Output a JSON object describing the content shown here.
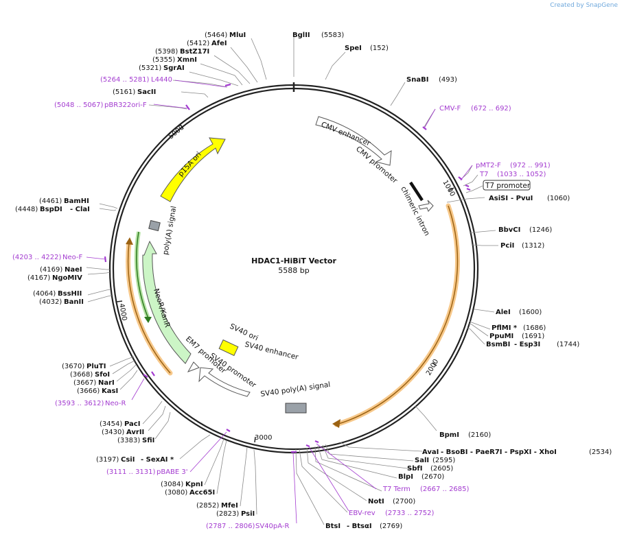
{
  "brand": {
    "created_by": "Created by",
    "product": "SnapGene"
  },
  "map": {
    "title": "HDAC1-HiBiT Vector",
    "size": "5588 bp",
    "ticks": [
      {
        "label": "1000"
      },
      {
        "label": "2000"
      },
      {
        "label": "3000"
      },
      {
        "label": "4000"
      },
      {
        "label": "5000"
      }
    ],
    "features": [
      {
        "name": "CMV enhancer"
      },
      {
        "name": "CMV promoter"
      },
      {
        "name": "chimeric intron"
      },
      {
        "name": "T7 promoter"
      },
      {
        "name": "SV40 ori"
      },
      {
        "name": "SV40 enhancer"
      },
      {
        "name": "EM7 promoter"
      },
      {
        "name": "SV40 promoter"
      },
      {
        "name": "SV40 poly(A) signal"
      },
      {
        "name": "NeoR/KanR"
      },
      {
        "name": "poly(A) signal"
      },
      {
        "name": "p15A ori"
      }
    ],
    "sites": [
      {
        "pos": "(5464)",
        "name": "MluI"
      },
      {
        "pos": "(5412)",
        "name": "AfeI"
      },
      {
        "pos": "(5398)",
        "name": "BstZ17I"
      },
      {
        "pos": "(5355)",
        "name": "XmnI"
      },
      {
        "pos": "(5321)",
        "name": "SgrAI"
      },
      {
        "pos": "(5161)",
        "name": "SacII"
      },
      {
        "pos": "(4461)",
        "name": "BamHI"
      },
      {
        "pos": "(4448)",
        "name": "BspDI",
        "extra": "-  ClaI"
      },
      {
        "pos": "(4169)",
        "name": "NaeI"
      },
      {
        "pos": "(4167)",
        "name": "NgoMIV"
      },
      {
        "pos": "(4064)",
        "name": "BssHII"
      },
      {
        "pos": "(4032)",
        "name": "BanII"
      },
      {
        "pos": "(3670)",
        "name": "PluTI"
      },
      {
        "pos": "(3668)",
        "name": "SfoI"
      },
      {
        "pos": "(3667)",
        "name": "NarI"
      },
      {
        "pos": "(3666)",
        "name": "KasI"
      },
      {
        "pos": "(3454)",
        "name": "PacI"
      },
      {
        "pos": "(3430)",
        "name": "AvrII"
      },
      {
        "pos": "(3383)",
        "name": "SfiI"
      },
      {
        "pos": "(3197)",
        "name": "CsiI",
        "extra": "-  SexAI *"
      },
      {
        "pos": "(3084)",
        "name": "KpnI"
      },
      {
        "pos": "(3080)",
        "name": "Acc65I"
      },
      {
        "pos": "(2852)",
        "name": "MfeI"
      },
      {
        "pos": "(2823)",
        "name": "PsiI"
      },
      {
        "name": "BglII",
        "pos": "(5583)"
      },
      {
        "name": "SpeI",
        "pos": "(152)"
      },
      {
        "name": "SnaBI",
        "pos": "(493)"
      },
      {
        "name": "AsiSI",
        "extra": "-  PvuI",
        "pos": "(1060)"
      },
      {
        "name": "BbvCI",
        "pos": "(1246)"
      },
      {
        "name": "PciI",
        "pos": "(1312)"
      },
      {
        "name": "AleI",
        "pos": "(1600)"
      },
      {
        "name": "PflMI *",
        "pos": "(1686)"
      },
      {
        "name": "PpuMI",
        "pos": "(1691)"
      },
      {
        "name": "BsmBI",
        "extra": "-  Esp3I",
        "pos": "(1744)"
      },
      {
        "name": "BpmI",
        "pos": "(2160)"
      },
      {
        "name": "AvaI",
        "extra": "-  BsoBI   -  PaeR7I   -  PspXI   -  XhoI",
        "pos": "(2534)"
      },
      {
        "name": "SalI",
        "pos": "(2595)"
      },
      {
        "name": "SbfI",
        "pos": "(2605)"
      },
      {
        "name": "BlpI",
        "pos": "(2670)"
      },
      {
        "name": "NotI",
        "pos": "(2700)"
      },
      {
        "name": "BtsI",
        "extra": "-  BtsαI",
        "pos": "(2769)"
      }
    ],
    "primers": [
      {
        "range": "(5264 .. 5281)",
        "name": "L4440"
      },
      {
        "range": "(5048 .. 5067)",
        "name": "pBR322ori-F"
      },
      {
        "name": "CMV-F",
        "range": "(672 .. 692)"
      },
      {
        "name": "pMT2-F",
        "range": "(972 .. 991)"
      },
      {
        "name": "T7",
        "range": "(1033 .. 1052)"
      },
      {
        "range": "(4203 .. 4222)",
        "name": "Neo-F"
      },
      {
        "range": "(3593 .. 3612)",
        "name": "Neo-R"
      },
      {
        "range": "(3111 .. 3131)",
        "name": "pBABE 3'"
      },
      {
        "range": "(2787 .. 2806)",
        "name": "SV40pA-R"
      },
      {
        "name": "T7 Term",
        "range": "(2667 .. 2685)"
      },
      {
        "name": "EBV-rev",
        "range": "(2733 .. 2752)"
      }
    ]
  }
}
